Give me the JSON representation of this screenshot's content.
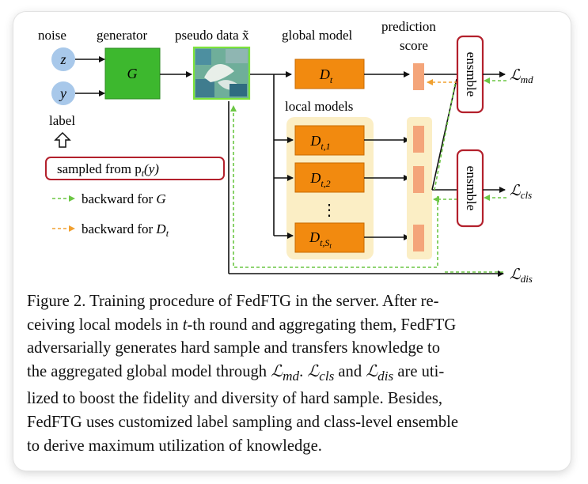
{
  "diagram": {
    "labels": {
      "noise": "noise",
      "generator": "generator",
      "pseudo_data": "pseudo data x̃",
      "global_model": "global model",
      "prediction_line1": "prediction",
      "prediction_line2": "score",
      "local_models": "local models",
      "label": "label"
    },
    "nodes": {
      "z": "z",
      "y": "y",
      "G": "G",
      "global": "D",
      "global_sub": "t",
      "local_1": "D",
      "local_1_sub": "t,1",
      "local_2": "D",
      "local_2_sub": "t,2",
      "local_dots": "⋮",
      "local_s": "D",
      "local_s_sub": "t,S",
      "local_s_subsub": "t",
      "ensemble_top": "ensmble",
      "ensemble_bottom": "ensmble"
    },
    "sampled_box": "sampled from p",
    "sampled_box_sub": "t",
    "sampled_box_arg": "(y)",
    "legend": [
      {
        "arrow": "- - ->",
        "text": "backward for ",
        "var": "G",
        "color": "#6cc644"
      },
      {
        "arrow": "- - ->",
        "text": "backward for ",
        "var": "D",
        "sub": "t",
        "color": "#f0a030"
      }
    ],
    "losses": {
      "md": {
        "sym": "ℒ",
        "sub": "md"
      },
      "cls": {
        "sym": "ℒ",
        "sub": "cls"
      },
      "dis": {
        "sym": "ℒ",
        "sub": "dis"
      }
    },
    "colors": {
      "generator_green": "#3db82e",
      "model_orange": "#f28a0f",
      "node_blue": "#a8c8ea",
      "score_orange": "#f4a57a",
      "highlight_panel": "#fbeec5",
      "ensemble_border": "#b3202c",
      "backward_green": "#6cc644",
      "backward_orange": "#f0a030"
    }
  },
  "caption": {
    "line1": "Figure 2.  Training procedure of FedFTG in the server.  After re-",
    "line2a": "ceiving local models in ",
    "line2_t": "t",
    "line2b": "-th round and aggregating them, FedFTG",
    "line3": "adversarially generates hard sample and transfers knowledge to",
    "line4a": "the aggregated global model through ",
    "line4_L": "ℒ",
    "line4_sub": "md",
    "line4b": ". ",
    "line4_L2": "ℒ",
    "line4_sub2": "cls",
    "line4c": " and ",
    "line4_L3": "ℒ",
    "line4_sub3": "dis",
    "line4d": " are uti-",
    "line5": "lized to boost the fidelity and diversity of hard sample.  Besides,",
    "line6": "FedFTG uses customized label sampling and class-level ensemble",
    "line7": "to derive maximum utilization of knowledge."
  }
}
